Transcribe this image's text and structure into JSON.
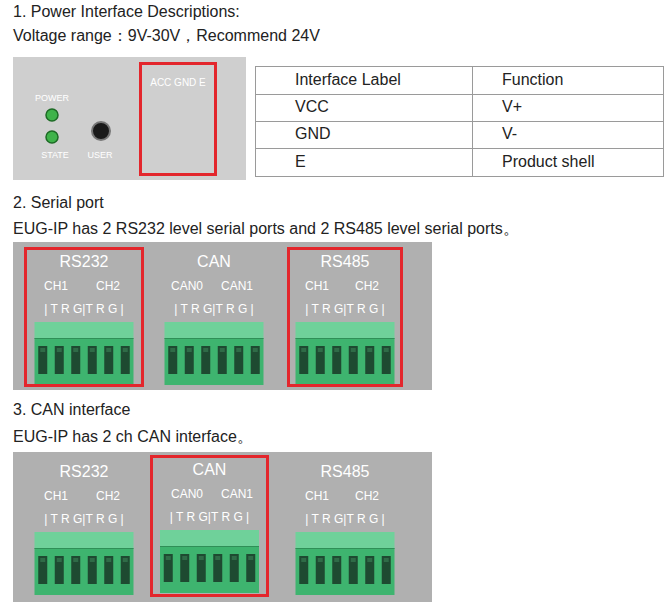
{
  "diagram": {
    "nodes": [
      {
        "text": [
          "ACC GND E"
        ]
      },
      {
        "text": [
          "RS232",
          "CH1",
          "CH2",
          "| T R G|T R G |"
        ]
      },
      {
        "text": [
          "CAN",
          "CAN0",
          "CAN1",
          "| T R G|T R G |"
        ]
      },
      {
        "text": [
          "RS485",
          "CH1",
          "CH2",
          "| T R G|T R G |"
        ]
      },
      {
        "text": [
          "RS232",
          "CH1",
          "CH2",
          "| T R G|T R G |"
        ]
      },
      {
        "text": [
          "CAN",
          "CAN0",
          "CAN1",
          "| T R G|T R G |"
        ]
      },
      {
        "text": [
          "RS485",
          "CH1",
          "CH2",
          "| T R G|T R G |"
        ]
      }
    ],
    "labels": [
      "1. Power Interface Descriptions:",
      "Voltage range：9V-30V，Recommend 24V",
      "POWER",
      "STATE",
      "USER",
      "Interface Label",
      "Function",
      "VCC",
      "V+",
      "GND",
      "V-",
      "E",
      "Product shell",
      "2.  Serial port",
      "EUG-IP has 2 RS232 level serial ports and 2 RS485 level serial ports。",
      "3. CAN interface",
      "EUG-IP has 2 ch CAN interface。"
    ]
  }
}
